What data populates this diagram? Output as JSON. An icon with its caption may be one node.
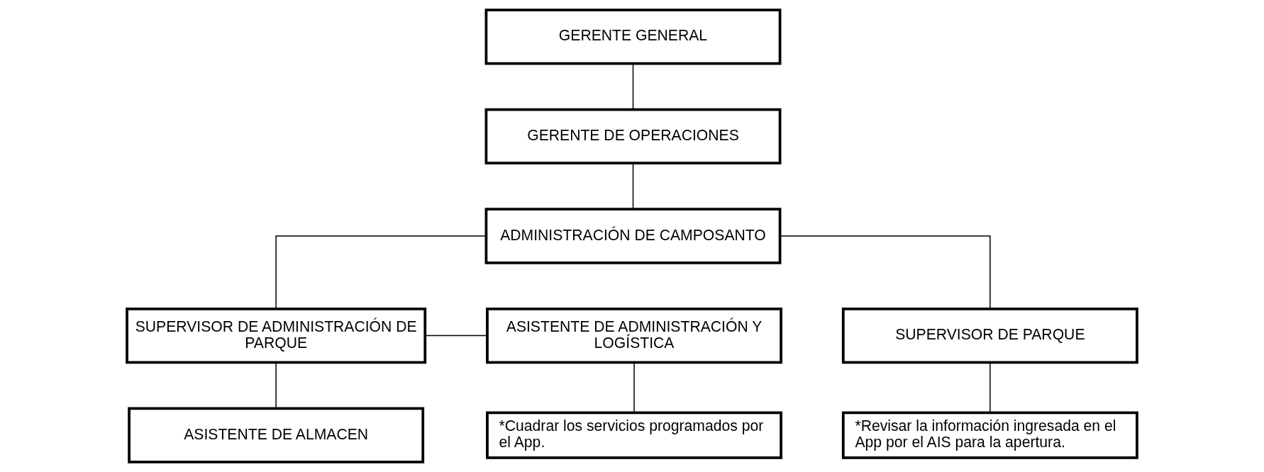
{
  "diagram": {
    "nodes": [
      {
        "text": [
          "GERENTE GENERAL"
        ]
      },
      {
        "text": [
          "GERENTE DE OPERACIONES"
        ]
      },
      {
        "text": [
          "ADMINISTRACIÓN DE CAMPOSANTO"
        ]
      },
      {
        "text": [
          "ASISTENTE DE ADMINISTRACIÓN Y LOGÍSTICA"
        ]
      },
      {
        "text": [
          "SUPERVISOR DE ADMINISTRACIÓN DE PARQUE"
        ]
      },
      {
        "text": [
          "SUPERVISOR DE PARQUE"
        ]
      },
      {
        "text": [
          "*Cuadrar los servicios programados por el App."
        ]
      },
      {
        "text": [
          "ASISTENTE DE ALMACEN"
        ]
      },
      {
        "text": [
          "*Revisar la información ingresada en el App por el AIS para la apertura."
        ]
      }
    ],
    "edges": [
      {
        "from": 0,
        "to": 1,
        "arrow": "none"
      },
      {
        "from": 1,
        "to": 2,
        "arrow": "none"
      },
      {
        "from": 2,
        "to": 4,
        "arrow": "none"
      },
      {
        "from": 2,
        "to": 5,
        "arrow": "none"
      },
      {
        "from": 4,
        "to": 3,
        "arrow": "none"
      },
      {
        "from": 3,
        "to": 6,
        "arrow": "none"
      },
      {
        "from": 4,
        "to": 7,
        "arrow": "none"
      },
      {
        "from": 5,
        "to": 8,
        "arrow": "none"
      }
    ]
  }
}
